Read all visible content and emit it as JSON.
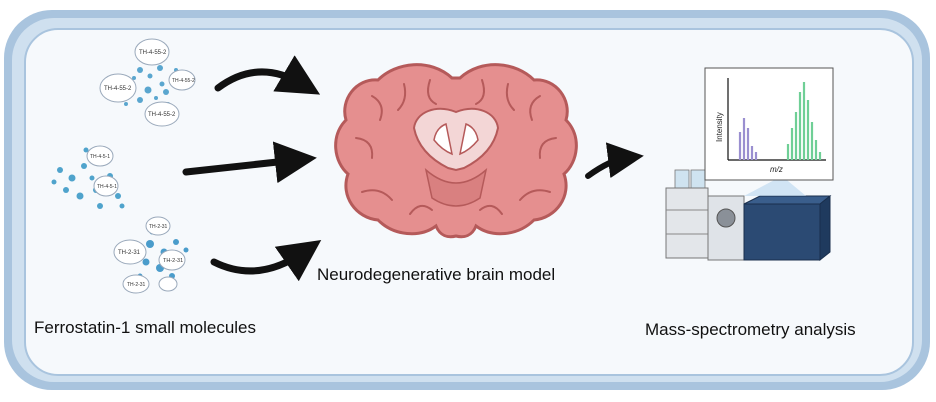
{
  "labels": {
    "ferrostatin": "Ferrostatin-1 small molecules",
    "brain_model": "Neurodegenerative brain model",
    "mass_spec": "Mass-spectrometry analysis"
  },
  "molecules": {
    "group1": [
      "TH-4-55-2",
      "TH-4-55-2",
      "TH-4-55-2",
      "TH-4-55-2"
    ],
    "group2": [
      "TH-4-5-1",
      "TH-4-5-1"
    ],
    "group3": [
      "TH-2-31",
      "TH-2-31",
      "TH-2-31",
      "TH-2-31"
    ]
  },
  "spectrum": {
    "ylabel": "Intensity",
    "xlabel": "m/z"
  },
  "colors": {
    "frame_outer": "#a9c4de",
    "brain_fill": "#e58f8f",
    "brain_stroke": "#b55a5a",
    "molecule": "#5aa6cf",
    "peak_purple": "#9a8fd0",
    "peak_green": "#6fcf96"
  }
}
